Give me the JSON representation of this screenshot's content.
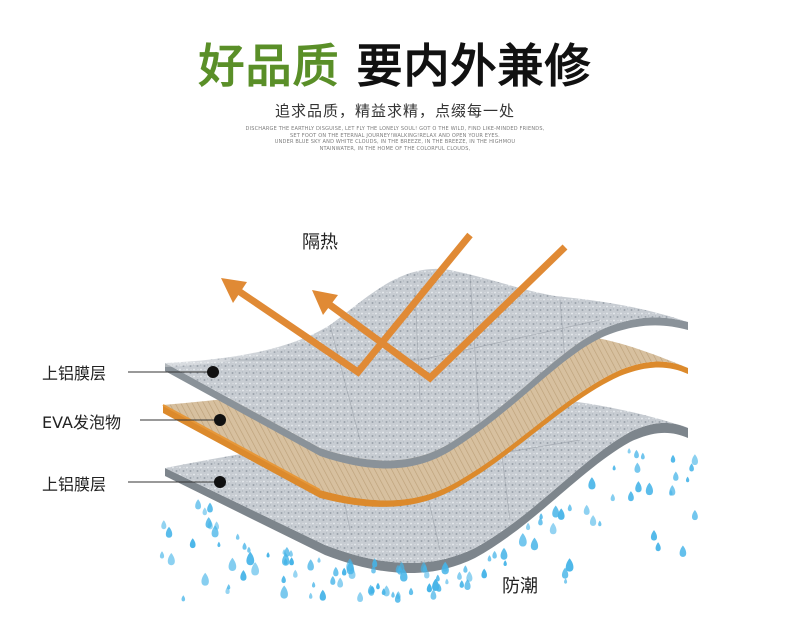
{
  "header": {
    "title_green": "好品质",
    "title_black": "要内外兼修",
    "subtitle": "追求品质，精益求精，点缀每一处",
    "english_lines": [
      "DISCHARGE THE EARTHLY DISGUISE, LET FLY THE LONELY SOUL! GOT O THE WILD, FIND LIKE-MINDED FRIENDS,",
      "SET FOOT ON THE ETERNAL JOURNEY!WALKING!RELAX AND OPEN YOUR EYES.",
      "UNDER BLUE SKY AND WHITE CLOUDS, IN THE BREEZE, IN THE BREEZE, IN THE HIGHMOU",
      "NTAINWATER, IN THE HOME OF THE COLORFUL CLOUDS,"
    ]
  },
  "diagram": {
    "label_heat": "隔热",
    "label_moisture": "防潮",
    "layers": [
      {
        "label": "上铝膜层"
      },
      {
        "label": "EVA发泡物"
      },
      {
        "label": "上铝膜层"
      }
    ],
    "colors": {
      "title_green": "#5a8f28",
      "arrow_orange": "#e08a35",
      "foam_orange": "#dc8a2c",
      "foil_silver": "#c9ced3",
      "water_blue": "#46b4e8"
    }
  }
}
